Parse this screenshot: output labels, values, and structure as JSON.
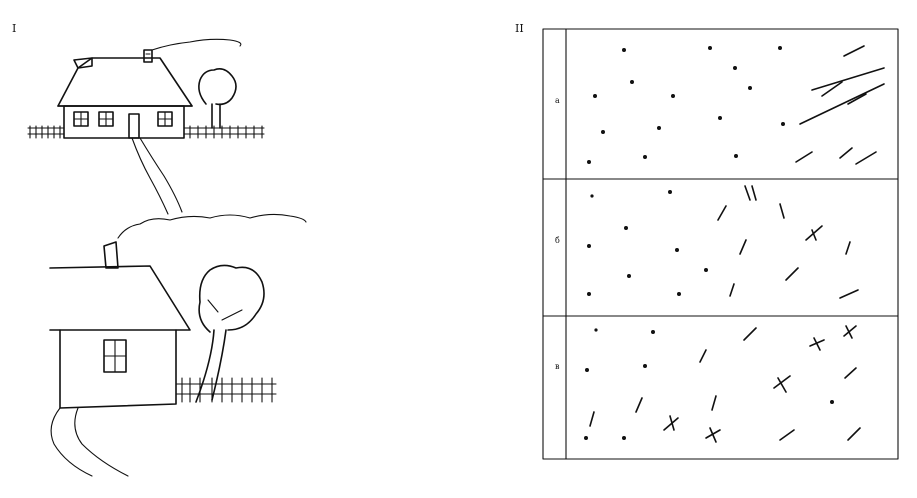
{
  "panels": {
    "left": {
      "roman": "I"
    },
    "right": {
      "roman": "II",
      "rows": [
        {
          "label": "a"
        },
        {
          "label": "б"
        },
        {
          "label": "в"
        }
      ]
    }
  }
}
